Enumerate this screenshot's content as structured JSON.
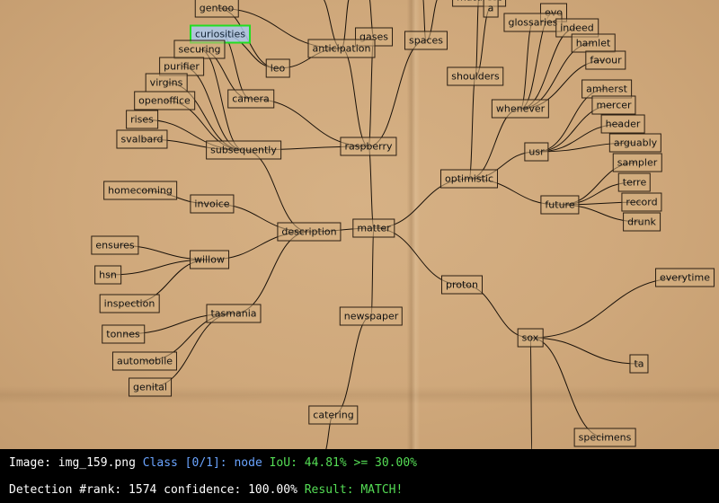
{
  "nodes": [
    {
      "id": "gentoo",
      "label": "gentoo"
    },
    {
      "id": "maturest",
      "label": "maturest"
    },
    {
      "id": "a",
      "label": "a"
    },
    {
      "id": "evo",
      "label": "evo"
    },
    {
      "id": "glossaries",
      "label": "glossaries"
    },
    {
      "id": "indeed",
      "label": "indeed"
    },
    {
      "id": "hamlet",
      "label": "hamlet"
    },
    {
      "id": "favour",
      "label": "favour"
    },
    {
      "id": "gases",
      "label": "gases"
    },
    {
      "id": "spaces",
      "label": "spaces"
    },
    {
      "id": "anticipation",
      "label": "anticipation"
    },
    {
      "id": "shoulders",
      "label": "shoulders"
    },
    {
      "id": "curiosities",
      "label": "curiosities"
    },
    {
      "id": "securing",
      "label": "securing"
    },
    {
      "id": "leo",
      "label": "leo"
    },
    {
      "id": "purifier",
      "label": "purifier"
    },
    {
      "id": "virgins",
      "label": "virgins"
    },
    {
      "id": "camera",
      "label": "camera"
    },
    {
      "id": "openoffice",
      "label": "openoffice"
    },
    {
      "id": "whenever",
      "label": "whenever"
    },
    {
      "id": "amherst",
      "label": "amherst"
    },
    {
      "id": "mercer",
      "label": "mercer"
    },
    {
      "id": "rises",
      "label": "rises"
    },
    {
      "id": "header",
      "label": "header"
    },
    {
      "id": "svalbard",
      "label": "svalbard"
    },
    {
      "id": "raspberry",
      "label": "raspberry"
    },
    {
      "id": "arguably",
      "label": "arguably"
    },
    {
      "id": "subsequently",
      "label": "subsequently"
    },
    {
      "id": "usr",
      "label": "usr"
    },
    {
      "id": "sampler",
      "label": "sampler"
    },
    {
      "id": "optimistic",
      "label": "optimistic"
    },
    {
      "id": "terre",
      "label": "terre"
    },
    {
      "id": "homecoming",
      "label": "homecoming"
    },
    {
      "id": "invoice",
      "label": "invoice"
    },
    {
      "id": "record",
      "label": "record"
    },
    {
      "id": "future",
      "label": "future"
    },
    {
      "id": "drunk",
      "label": "drunk"
    },
    {
      "id": "matter",
      "label": "matter"
    },
    {
      "id": "description",
      "label": "description"
    },
    {
      "id": "ensures",
      "label": "ensures"
    },
    {
      "id": "willow",
      "label": "willow"
    },
    {
      "id": "hsn",
      "label": "hsn"
    },
    {
      "id": "everytime",
      "label": "everytime"
    },
    {
      "id": "proton",
      "label": "proton"
    },
    {
      "id": "inspection",
      "label": "inspection"
    },
    {
      "id": "tasmania",
      "label": "tasmania"
    },
    {
      "id": "newspaper",
      "label": "newspaper"
    },
    {
      "id": "tonnes",
      "label": "tonnes"
    },
    {
      "id": "sox",
      "label": "sox"
    },
    {
      "id": "automobile",
      "label": "automobile"
    },
    {
      "id": "ta",
      "label": "ta"
    },
    {
      "id": "genital",
      "label": "genital"
    },
    {
      "id": "catering",
      "label": "catering"
    },
    {
      "id": "specimens",
      "label": "specimens"
    }
  ],
  "highlighted_node": "curiosities",
  "status": {
    "image_label": "Image:",
    "image_name": "img_159.png",
    "class_text": "Class [0/1]: node",
    "iou_text": "IoU: 44.81% >= 30.00%",
    "detection_text": "Detection #rank: 1574 confidence: 100.00%",
    "result_text": "Result: MATCH!"
  }
}
